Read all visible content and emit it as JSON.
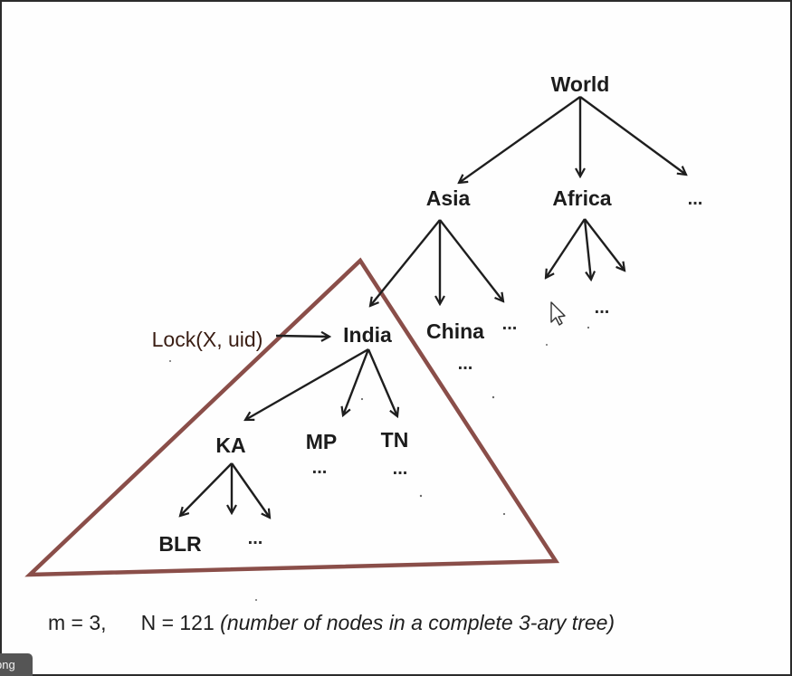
{
  "tree": {
    "world": "World",
    "asia": "Asia",
    "africa": "Africa",
    "india": "India",
    "china": "China",
    "ka": "KA",
    "mp": "MP",
    "tn": "TN",
    "blr": "BLR",
    "ellipsis": "..."
  },
  "annotation": {
    "lock_call": "Lock(X, uid)"
  },
  "caption": {
    "m_value": "m = 3,",
    "n_value": "N = 121",
    "n_note": "(number of nodes in a complete 3-ary tree)"
  },
  "file_tab": {
    "label": "png"
  },
  "colors": {
    "edge": "#1e1e1e",
    "subtree_triangle": "#8a4e49",
    "text": "#1c1c1c"
  },
  "icons": {
    "cursor": "mouse-pointer-icon"
  }
}
